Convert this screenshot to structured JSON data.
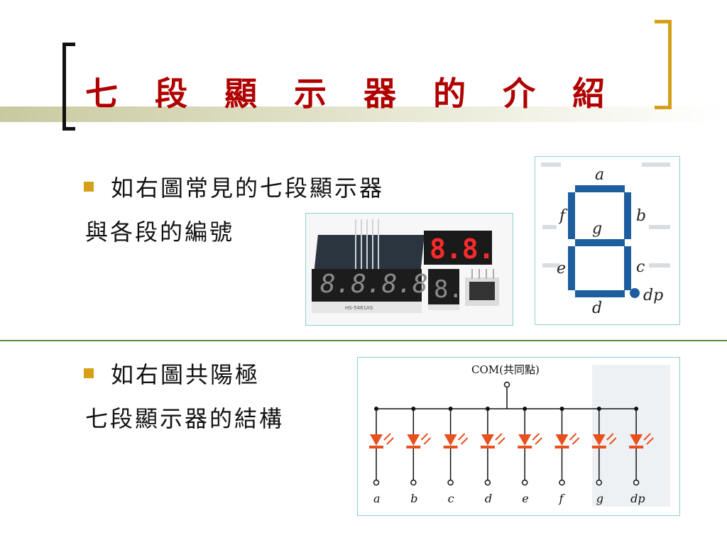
{
  "title": "七 段 顯 示 器 的 介 紹",
  "bullets": [
    {
      "text": "如右圖常見的七段顯示器",
      "continuation": "與各段的編號"
    },
    {
      "text": "如右圖共陽極",
      "continuation": "七段顯示器的結構"
    }
  ],
  "segment_diagram": {
    "labels": {
      "a": "a",
      "b": "b",
      "c": "c",
      "d": "d",
      "e": "e",
      "f": "f",
      "g": "g",
      "dp": "dp"
    }
  },
  "circuit": {
    "com_label": "COM(共同點)",
    "pins": [
      "a",
      "b",
      "c",
      "d",
      "e",
      "f",
      "g",
      "dp"
    ]
  },
  "photo": {
    "big_display": "8.8.",
    "quad_display": "8.8.8.8.",
    "small_display": "8.",
    "part_number": "HS-5461AS"
  },
  "colors": {
    "title": "#b00000",
    "bullet": "#d4a017",
    "right_bracket": "#d4a017",
    "left_bracket": "#111111",
    "divider": "#5a8a3a",
    "segment": "#1e5e9e",
    "led": "#e8501e",
    "frame": "#8ccfd6"
  }
}
